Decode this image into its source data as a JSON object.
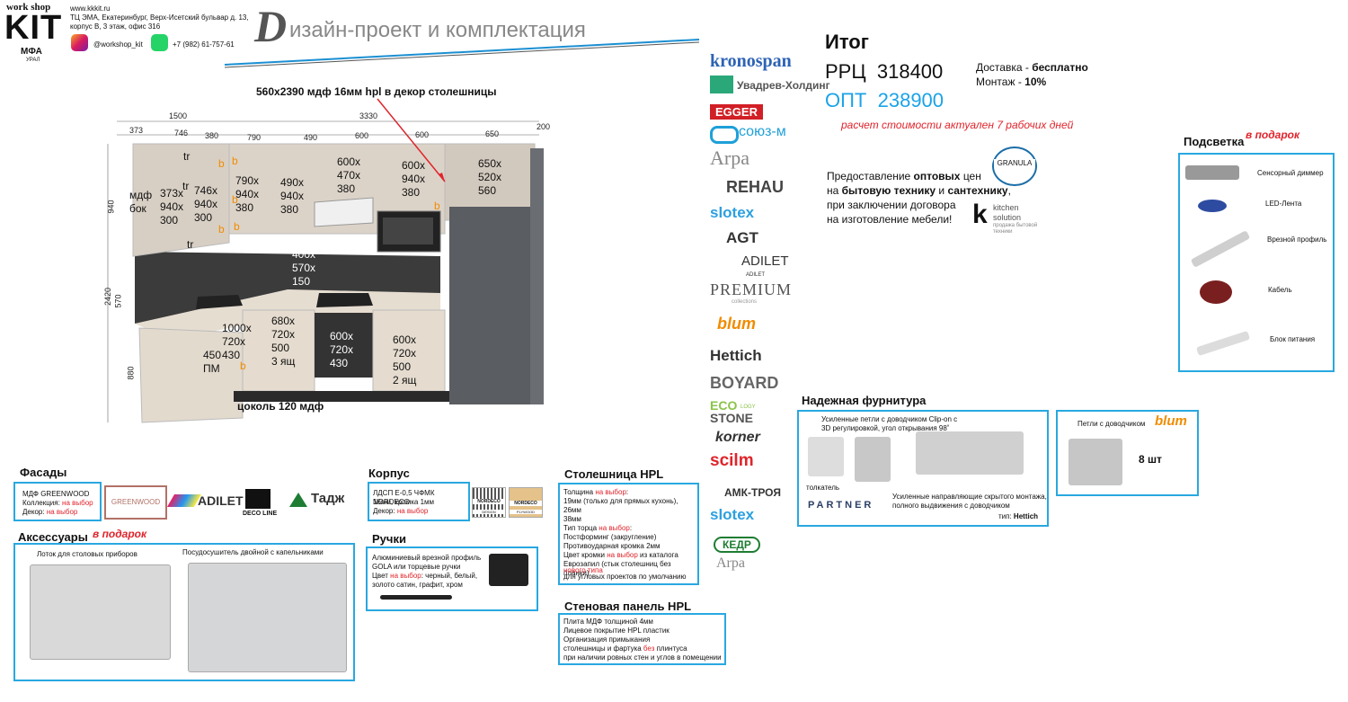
{
  "header": {
    "brand_top": "work shop",
    "brand_kit": "KIT",
    "brand_sub": "МФА",
    "brand_sub2": "УРАЛ",
    "site": "www.kkkit.ru",
    "address1": "ТЦ ЭМА, Екатеринбург, Верх-Исетский бульвар д. 13,",
    "address2": "корпус В, 3 этаж, офис 316",
    "instagram": "@workshop_kit",
    "phone": "+7 (982) 61-757-61",
    "title_letter": "D",
    "title": "изайн-проект и комплектация"
  },
  "render": {
    "top_note": "560х2390 мдф 16мм hpl в декор столешницы",
    "dims_top": [
      "1500",
      "3330",
      "200",
      "373",
      "746",
      "380",
      "790",
      "490",
      "600",
      "600",
      "650"
    ],
    "dims_side": [
      "940",
      "2420",
      "570",
      "880"
    ],
    "labels": [
      "мдф\nбок",
      "373x\n940x\n300",
      "746x\n940x\n300",
      "tr",
      "tr",
      "tr",
      "790x\n940x\n380",
      "490x\n940x\n380",
      "600x\n470x\n380",
      "600x\n940x\n380",
      "650x\n520x\n560",
      "400x\n570x\n150",
      "680x\n720x\n500\n3 ящ",
      "1000x\n720x\n430",
      "450\nПМ",
      "600x\n720x\n430",
      "600x\n720x\n500\n2 ящ"
    ],
    "b_marks": [
      "b",
      "b",
      "b",
      "b",
      "b",
      "b",
      "b"
    ],
    "plinth": "цоколь 120 мдф"
  },
  "totals": {
    "title": "Итог",
    "rrc_label": "РРЦ",
    "rrc_value": "318400",
    "opt_label": "ОПТ",
    "opt_value": "238900",
    "delivery_label": "Доставка - ",
    "delivery_value": "бесплатно",
    "install_label": "Монтаж - ",
    "install_value": "10%",
    "validity": "расчет стоимости актуален  7 рабочих дней"
  },
  "wholesale": {
    "line1a": "Предоставление ",
    "line1b": "оптовых",
    "line1c": " цен",
    "line2a": "на ",
    "line2b": "бытовую технику",
    "line2c": " и ",
    "line2d": "сантехнику",
    "line2e": ",",
    "line3": "при заключении договора",
    "line4": "на изготовление мебели!",
    "granula": "GRANULA",
    "ks_name1": "kitchen",
    "ks_name2": "solution",
    "ks_sub1": "продажа бытовой",
    "ks_sub2": "техники"
  },
  "brands_column": [
    "kronospan",
    "Увадрев-Холдинг",
    "EGGER",
    "союз-м",
    "Arpa",
    "REHAU",
    "slotex",
    "AGT",
    "ADILET",
    "ADILET",
    "PREMIUM",
    "collections",
    "blum",
    "Hettich",
    "BOYARD",
    "ECO",
    "STONE",
    "LOGY",
    "korner",
    "scilm",
    "АМК-ТРОЯ",
    "slotex",
    "КЕДР",
    "Arpa"
  ],
  "lighting": {
    "title": "Подсветка",
    "gift": "в подарок",
    "items": [
      "Сенсорный диммер",
      "LED-Лента",
      "Врезной профиль",
      "Кабель",
      "Блок питания"
    ]
  },
  "hardware": {
    "title": "Надежная фурнитура",
    "hinges_text1": "Усиленные петли с доводчиком Clip-on с",
    "hinges_text2": "3D регулировкой, угол открывания 98˚",
    "tolkatel": "толкатель",
    "partner": "PARTNER",
    "runners1": "Усиленные направляющие скрытого монтажа,",
    "runners2": "полного выдвижения с доводчиком",
    "type_label": "тип:",
    "type_brand": "Hettich",
    "blum_label": "Петли с доводчиком",
    "blum_brand": "blum",
    "blum_qty": "8 шт"
  },
  "facades": {
    "title": "Фасады",
    "line1": "МДФ GREENWOOD",
    "coll_label": "Коллекция: ",
    "coll_value": "на выбор",
    "decor_label": "Декор: ",
    "decor_value": "на выбор",
    "logos": [
      "GREENWOOD",
      "ADILET",
      "DECO LINE",
      "Тадж"
    ]
  },
  "corpus": {
    "title": "Корпус",
    "line1": "ЛДСП Е-0,5 ЧФМК NORDECO",
    "line2": "16мм, кромка 1мм",
    "decor_label": "Декор: ",
    "decor_value": "на выбор",
    "logo1": "NORDECO",
    "logo1_sub": "DESIGN",
    "logo2": "NORDECO",
    "logo2_sub": "PLYWOOD"
  },
  "countertop": {
    "title": "Столешница HPL",
    "thick_label": "Толщина ",
    "thick_value": "на выбор",
    "thick_colon": ":",
    "l2": "19мм (только для прямых кухонь),",
    "l3": "26мм",
    "l4": "38мм",
    "edge_label": "Тип торца ",
    "edge_value": "на выбор",
    "edge_colon": ":",
    "l6": "Постформинг (закругление)",
    "l7": "Противоударная кромка 2мм",
    "l8a": "Цвет кромки ",
    "l8b": "на выбор",
    "l8c": " из каталога",
    "l9": "Еврозапил (стык столешниц без планки)",
    "l10": "нового типа",
    "l11": "для угловых проектов по умолчанию"
  },
  "handles": {
    "title": "Ручки",
    "l1": "Алюминиевый врезной профиль",
    "l2": "GOLA   или торцевые ручки",
    "l3a": "Цвет ",
    "l3b": "на выбор",
    "l3c": ": черный, белый,",
    "l4": "золото сатин, графит, хром"
  },
  "wallpanel": {
    "title": "Стеновая панель HPL",
    "l1": "Плита МДФ толщиной 4мм",
    "l2": "Лицевое покрытие HPL пластик",
    "l3": "Организация примыкания",
    "l4a": "столешницы и фартука ",
    "l4b": "без",
    "l4c": " плинтуса",
    "l5": "при наличии ровных стен и углов в помещении"
  },
  "accessories": {
    "title": "Аксессуары",
    "gift": "в подарок",
    "item1": "Лоток для столовых приборов",
    "item2": "Посудосушитель двойной с капельниками"
  }
}
